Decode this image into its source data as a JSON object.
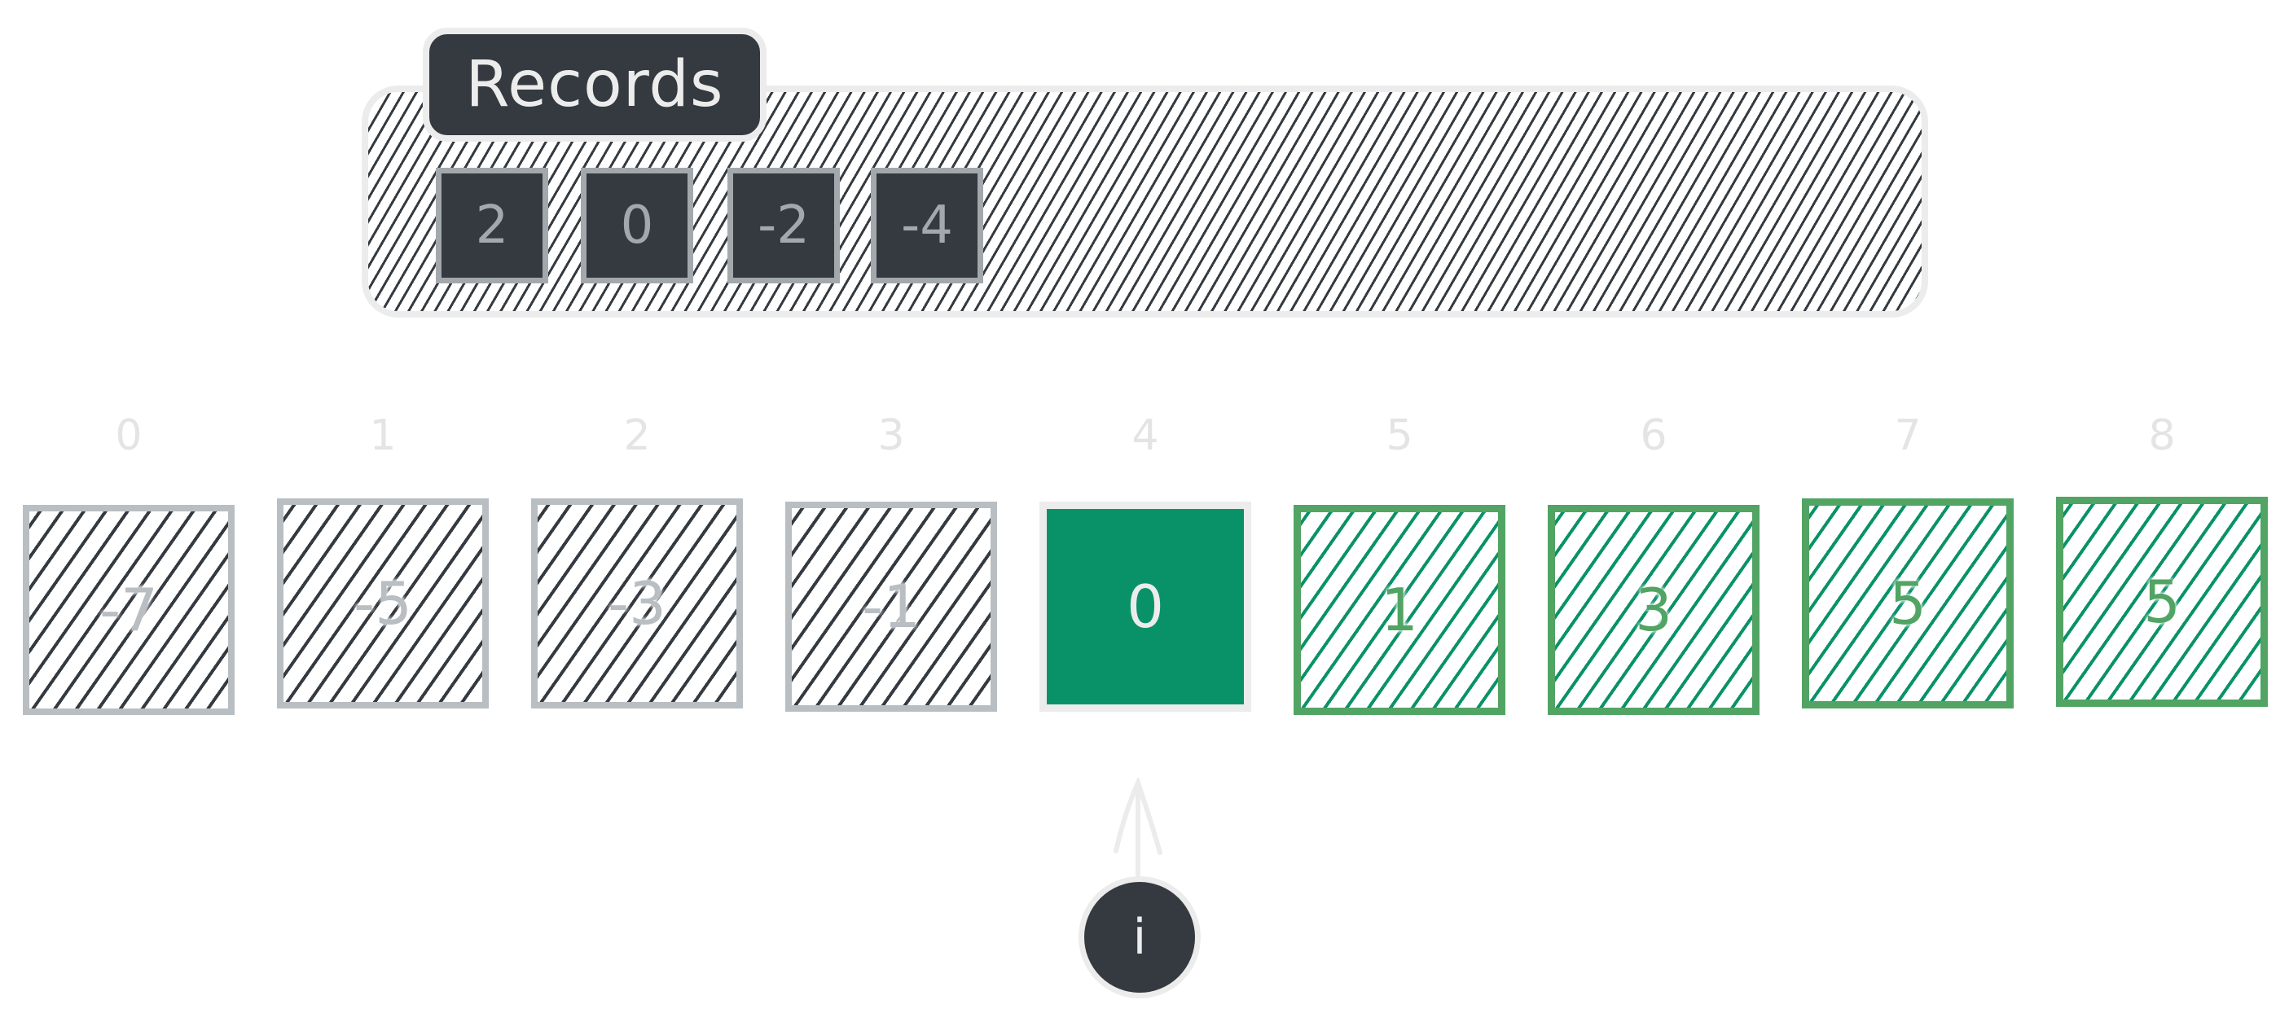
{
  "records": {
    "title": "Records",
    "values": [
      "2",
      "0",
      "-2",
      "-4"
    ]
  },
  "array": {
    "indices": [
      "0",
      "1",
      "2",
      "3",
      "4",
      "5",
      "6",
      "7",
      "8"
    ],
    "values": [
      "-7",
      "-5",
      "-3",
      "-1",
      "0",
      "1",
      "3",
      "5",
      "5"
    ],
    "states": [
      "processed",
      "processed",
      "processed",
      "processed",
      "current",
      "pending",
      "pending",
      "pending",
      "pending"
    ]
  },
  "pointer": {
    "label": "i",
    "target_index": 4
  },
  "colors": {
    "dark": "#343a40",
    "light_stroke": "#ececec",
    "gray_stroke": "#b9bec3",
    "record_stroke": "#a3a8ad",
    "green_fill": "#099268",
    "green_stroke": "#51a463"
  }
}
